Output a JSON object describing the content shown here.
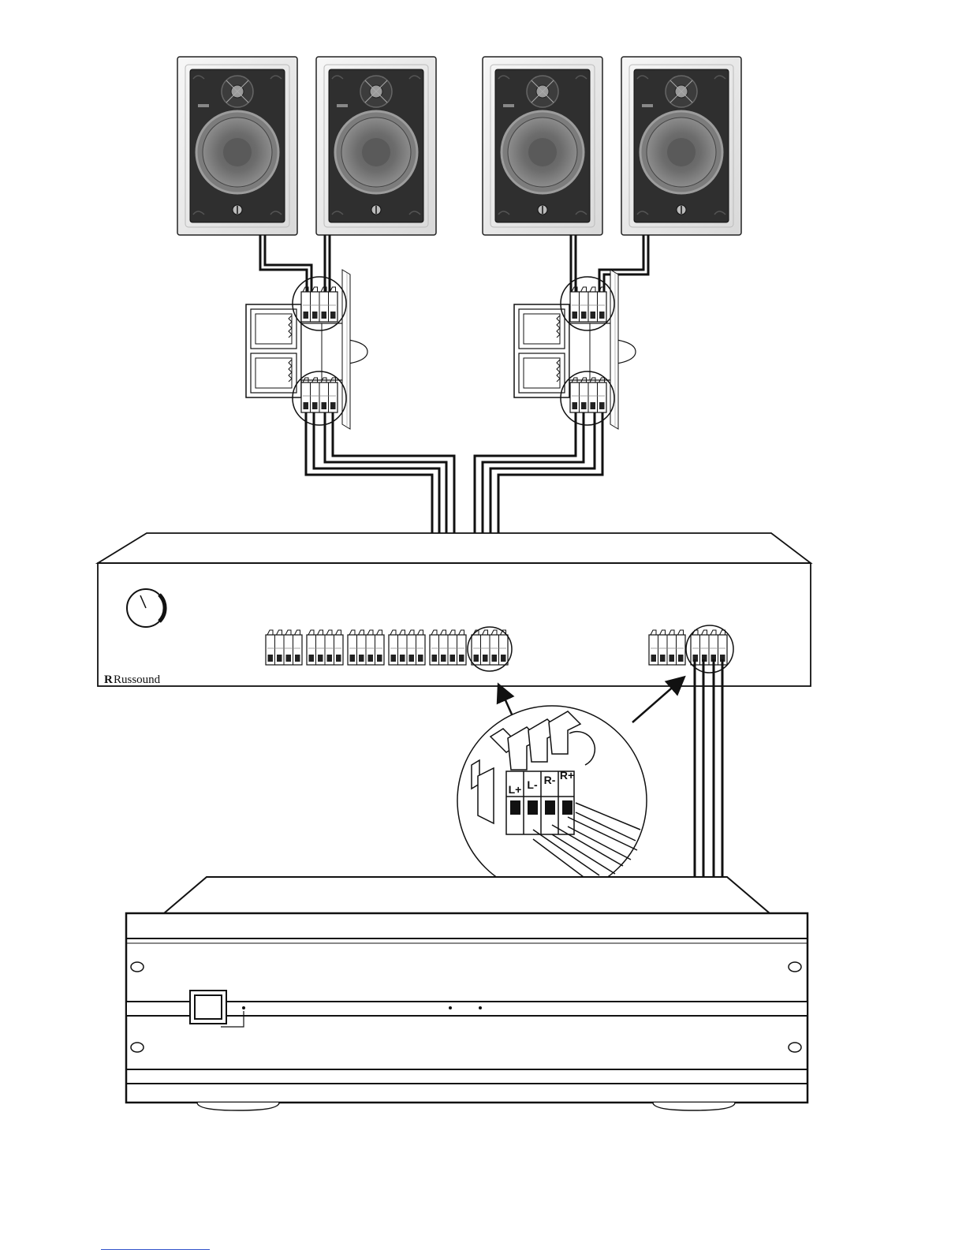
{
  "brand": {
    "logo_mark": "R",
    "name": "Russound"
  },
  "callout": {
    "terminals": [
      "L+",
      "L-",
      "R-",
      "R+"
    ]
  },
  "colors": {
    "line": "#111111",
    "speaker_frame": "#eeeeee",
    "speaker_grille": "#2e2e2e",
    "woofer_outer": "#8a8a8a",
    "woofer_cone": "#606060",
    "background": "#ffffff"
  },
  "icons": {
    "speaker": "in-wall-speaker-icon",
    "volume_control": "volume-control-icon",
    "knob": "volume-knob-icon",
    "power": "power-button-icon"
  }
}
